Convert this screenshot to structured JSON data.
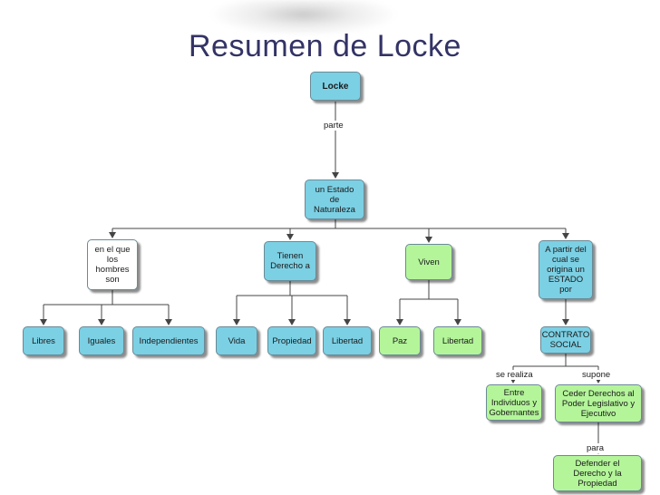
{
  "title": "Resumen de Locke",
  "nodes": {
    "locke": "Locke",
    "estado": "un Estado\nde\nNaturaleza",
    "hombres": "en el que\nlos\nhombres\nson",
    "tienen": "Tienen\nDerecho a",
    "viven": "Viven",
    "origina": "A partir del\ncual se\norigina un\nESTADO\npor",
    "libres": "Libres",
    "iguales": "Iguales",
    "independientes": "Independientes",
    "vida": "Vida",
    "propiedad": "Propiedad",
    "libertad1": "Libertad",
    "paz": "Paz",
    "libertad2": "Libertad",
    "contrato": "CONTRATO\nSOCIAL",
    "entre": "Entre\nIndividuos y\nGobernantes",
    "ceder": "Ceder Derechos al\nPoder Legislativo y\nEjecutivo",
    "defender": "Defender el\nDerecho y la\nPropiedad"
  },
  "links": {
    "parte": "parte",
    "se_realiza": "se realiza",
    "supone": "supone",
    "para": "para"
  }
}
